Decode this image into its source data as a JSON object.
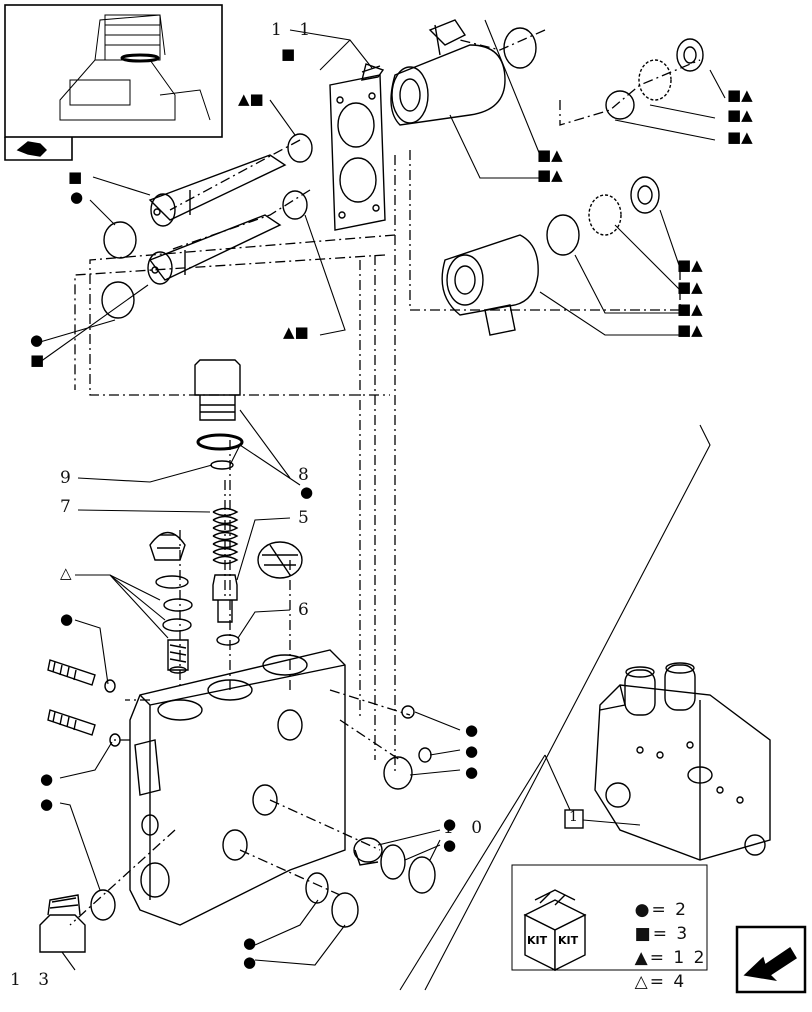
{
  "labels": {
    "l11": "1 1",
    "l9": "9",
    "l8": "8",
    "l7": "7",
    "l5": "5",
    "l6": "6",
    "l10": "1 0",
    "l13": "1 3",
    "l1": "1"
  },
  "symbols": {
    "circle": "●",
    "square": "■",
    "triangle": "▲",
    "open_triangle": "△",
    "square_triangle": "■▲",
    "triangle_square": "▲■"
  },
  "kit_box": {
    "text_left": "KIT",
    "text_right": "KIT"
  },
  "legend": [
    {
      "symbol": "●",
      "value": "= 2"
    },
    {
      "symbol": "■",
      "value": "= 3"
    },
    {
      "symbol": "▲",
      "value": "= 1 2"
    },
    {
      "symbol": "△",
      "value": "= 4"
    }
  ],
  "colors": {
    "ink": "#000000",
    "paper": "#ffffff",
    "dash_link": "#000000"
  },
  "icons": [
    "thumbnail-tractor-icon",
    "return-arrow-icon",
    "kit-box-icon"
  ]
}
